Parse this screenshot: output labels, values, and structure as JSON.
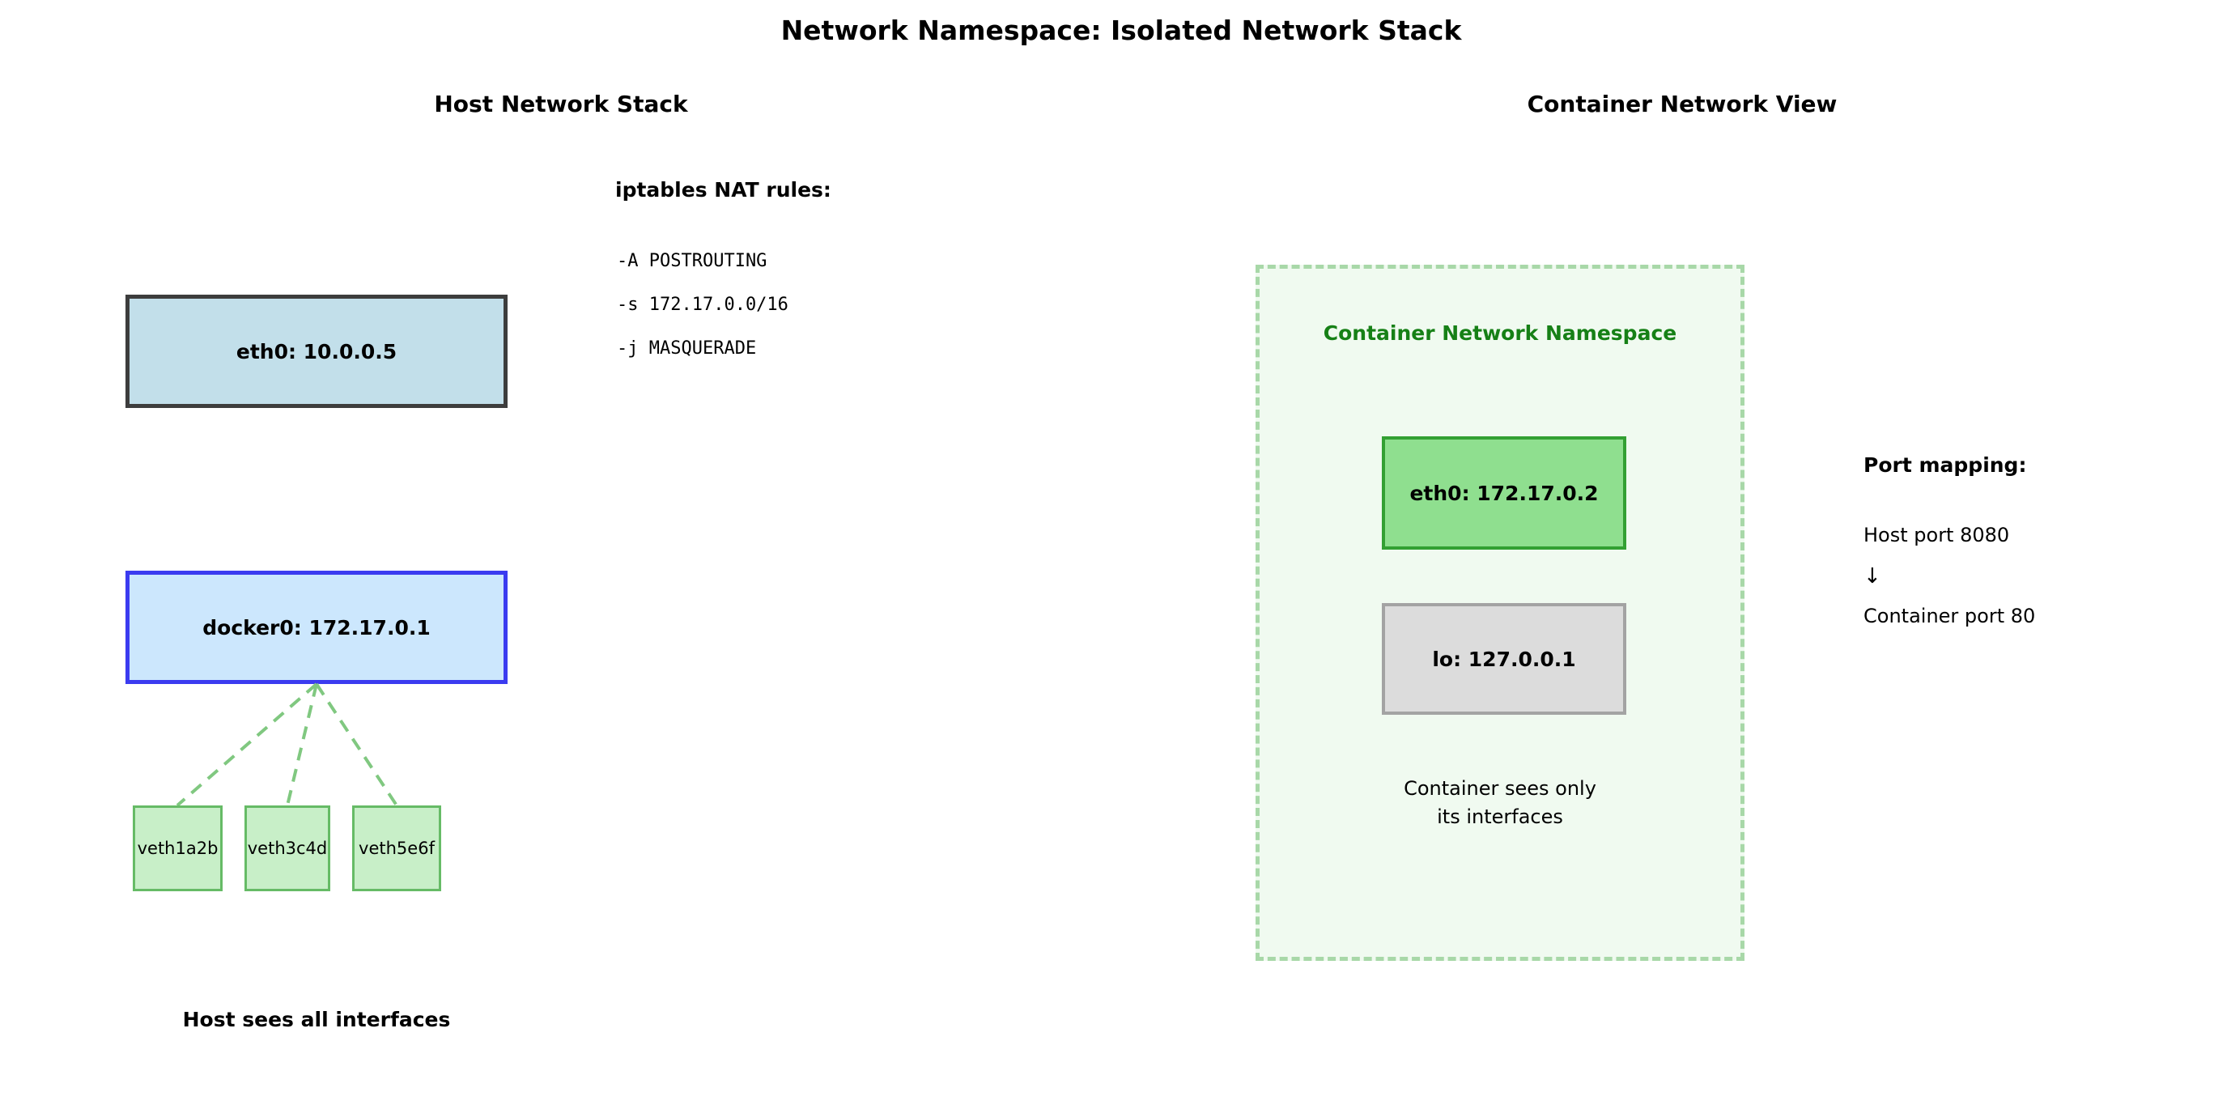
{
  "title": "Network Namespace: Isolated Network Stack",
  "host": {
    "heading": "Host Network Stack",
    "iptables_heading": "iptables NAT rules:",
    "iptables_rules": [
      "-A POSTROUTING",
      "-s 172.17.0.0/16",
      "-j MASQUERADE"
    ],
    "eth0_label": "eth0: 10.0.0.5",
    "docker0_label": "docker0: 172.17.0.1",
    "veth_labels": [
      "veth1a2b",
      "veth3c4d",
      "veth5e6f"
    ],
    "footer": "Host sees all interfaces"
  },
  "container_view": {
    "heading": "Container Network View",
    "namespace_title": "Container Network Namespace",
    "eth0_label": "eth0: 172.17.0.2",
    "lo_label": "lo: 127.0.0.1",
    "note_line1": "Container sees only",
    "note_line2": "its interfaces"
  },
  "port_mapping": {
    "heading": "Port mapping:",
    "host_port": "Host port 8080",
    "arrow": "↓",
    "container_port": "Container port 80"
  },
  "colors": {
    "host_eth0_fill": "#c2dfea",
    "host_eth0_border": "#3d3d3d",
    "docker0_fill": "#cce7fd",
    "docker0_border": "#3b3bf0",
    "veth_fill": "#c8efc8",
    "veth_border": "#66bb66",
    "namespace_fill": "#f0faf0",
    "namespace_border": "#a8d8a8",
    "container_eth0_fill": "#8fdf8f",
    "container_eth0_border": "#33a033",
    "lo_fill": "#dcdcdc",
    "lo_border": "#a3a3a3",
    "namespace_title_text": "#168016",
    "connector_line": "#80c880"
  }
}
